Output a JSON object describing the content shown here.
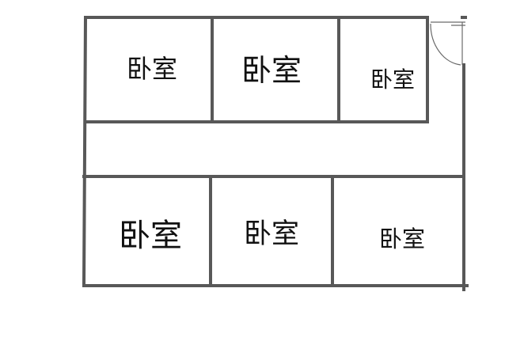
{
  "floor_plan": {
    "rooms": [
      {
        "label": "卧室"
      },
      {
        "label": "卧室"
      },
      {
        "label": "卧室"
      },
      {
        "label": "卧室"
      },
      {
        "label": "卧室"
      },
      {
        "label": "卧室"
      }
    ]
  }
}
